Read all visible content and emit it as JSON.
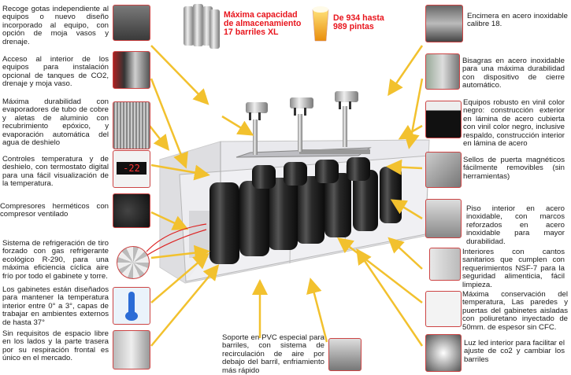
{
  "header": {
    "capacity": "Máxima capacidad de almacenamiento 17 barriles XL",
    "pints": "De 934 hasta 989 pintas"
  },
  "left": [
    "Recoge gotas independiente al equipos o nuevo diseño incorporado al equipo, con opción de moja vasos y drenaje.",
    "Acceso al interior de los equipos para instalación opcional de tanques de CO2, drenaje y moja vaso.",
    "Máxima durabilidad con evaporadores de tubo de cobre y aletas de aluminio con recubrimiento epóxico, y evaporación automática del agua de deshielo",
    "Controles temperatura y de deshielo, con termostato digital para una fácil visualización de la temperatura.",
    "Compresores herméticos con compresor ventilado",
    "Sistema de refrigeración de tiro forzado con gas refrigerante ecológico R-290, para una máxima eficiencia cíclica aire frío por todo el gabinete y torre.",
    "Los gabinetes están diseñados para mantener la temperatura interior entre 0° a 3°, capas de trabajar en ambientes externos de hasta 37°",
    "Sin requisitos de espacio libre en los lados y la parte trasera por su respiración frontal es único en el mercado."
  ],
  "right": [
    "Encimera en acero inoxidable calibre 18.",
    "Bisagras en acero inoxidable para una máxima durabilidad con dispositivo de cierre automático.",
    "Equipos robusto en vinil color negro: construcción exterior en lámina de acero cubierta con vinil color negro, inclusive respaldo, construcción interior en lámina de acero",
    "Sellos de puerta magnéticos fácilmente removibles (sin herramientas)",
    "Piso interior en acero inoxidable, con marcos reforzados en acero inoxidable para mayor durabilidad.",
    "Interiores con cantos sanitarios que cumplen con requerimientos NSF-7 para la seguridad alimenticia, fácil limpieza.",
    "Máxima conservación del temperatura, Las paredes y puertas del gabinetes aisladas con poliuretano inyectado de 50mm. de espesor sin CFC.",
    "Luz led interior para facilitar el ajuste de co2 y cambiar los barriles"
  ],
  "bottom": "Soporte en PVC especial para barriles, con sistema de recirculación de aire por debajo del barril, enfriamiento más rápido",
  "display": "-22",
  "colors": {
    "accent": "#e8141c",
    "arrow": "#f2c12e"
  }
}
